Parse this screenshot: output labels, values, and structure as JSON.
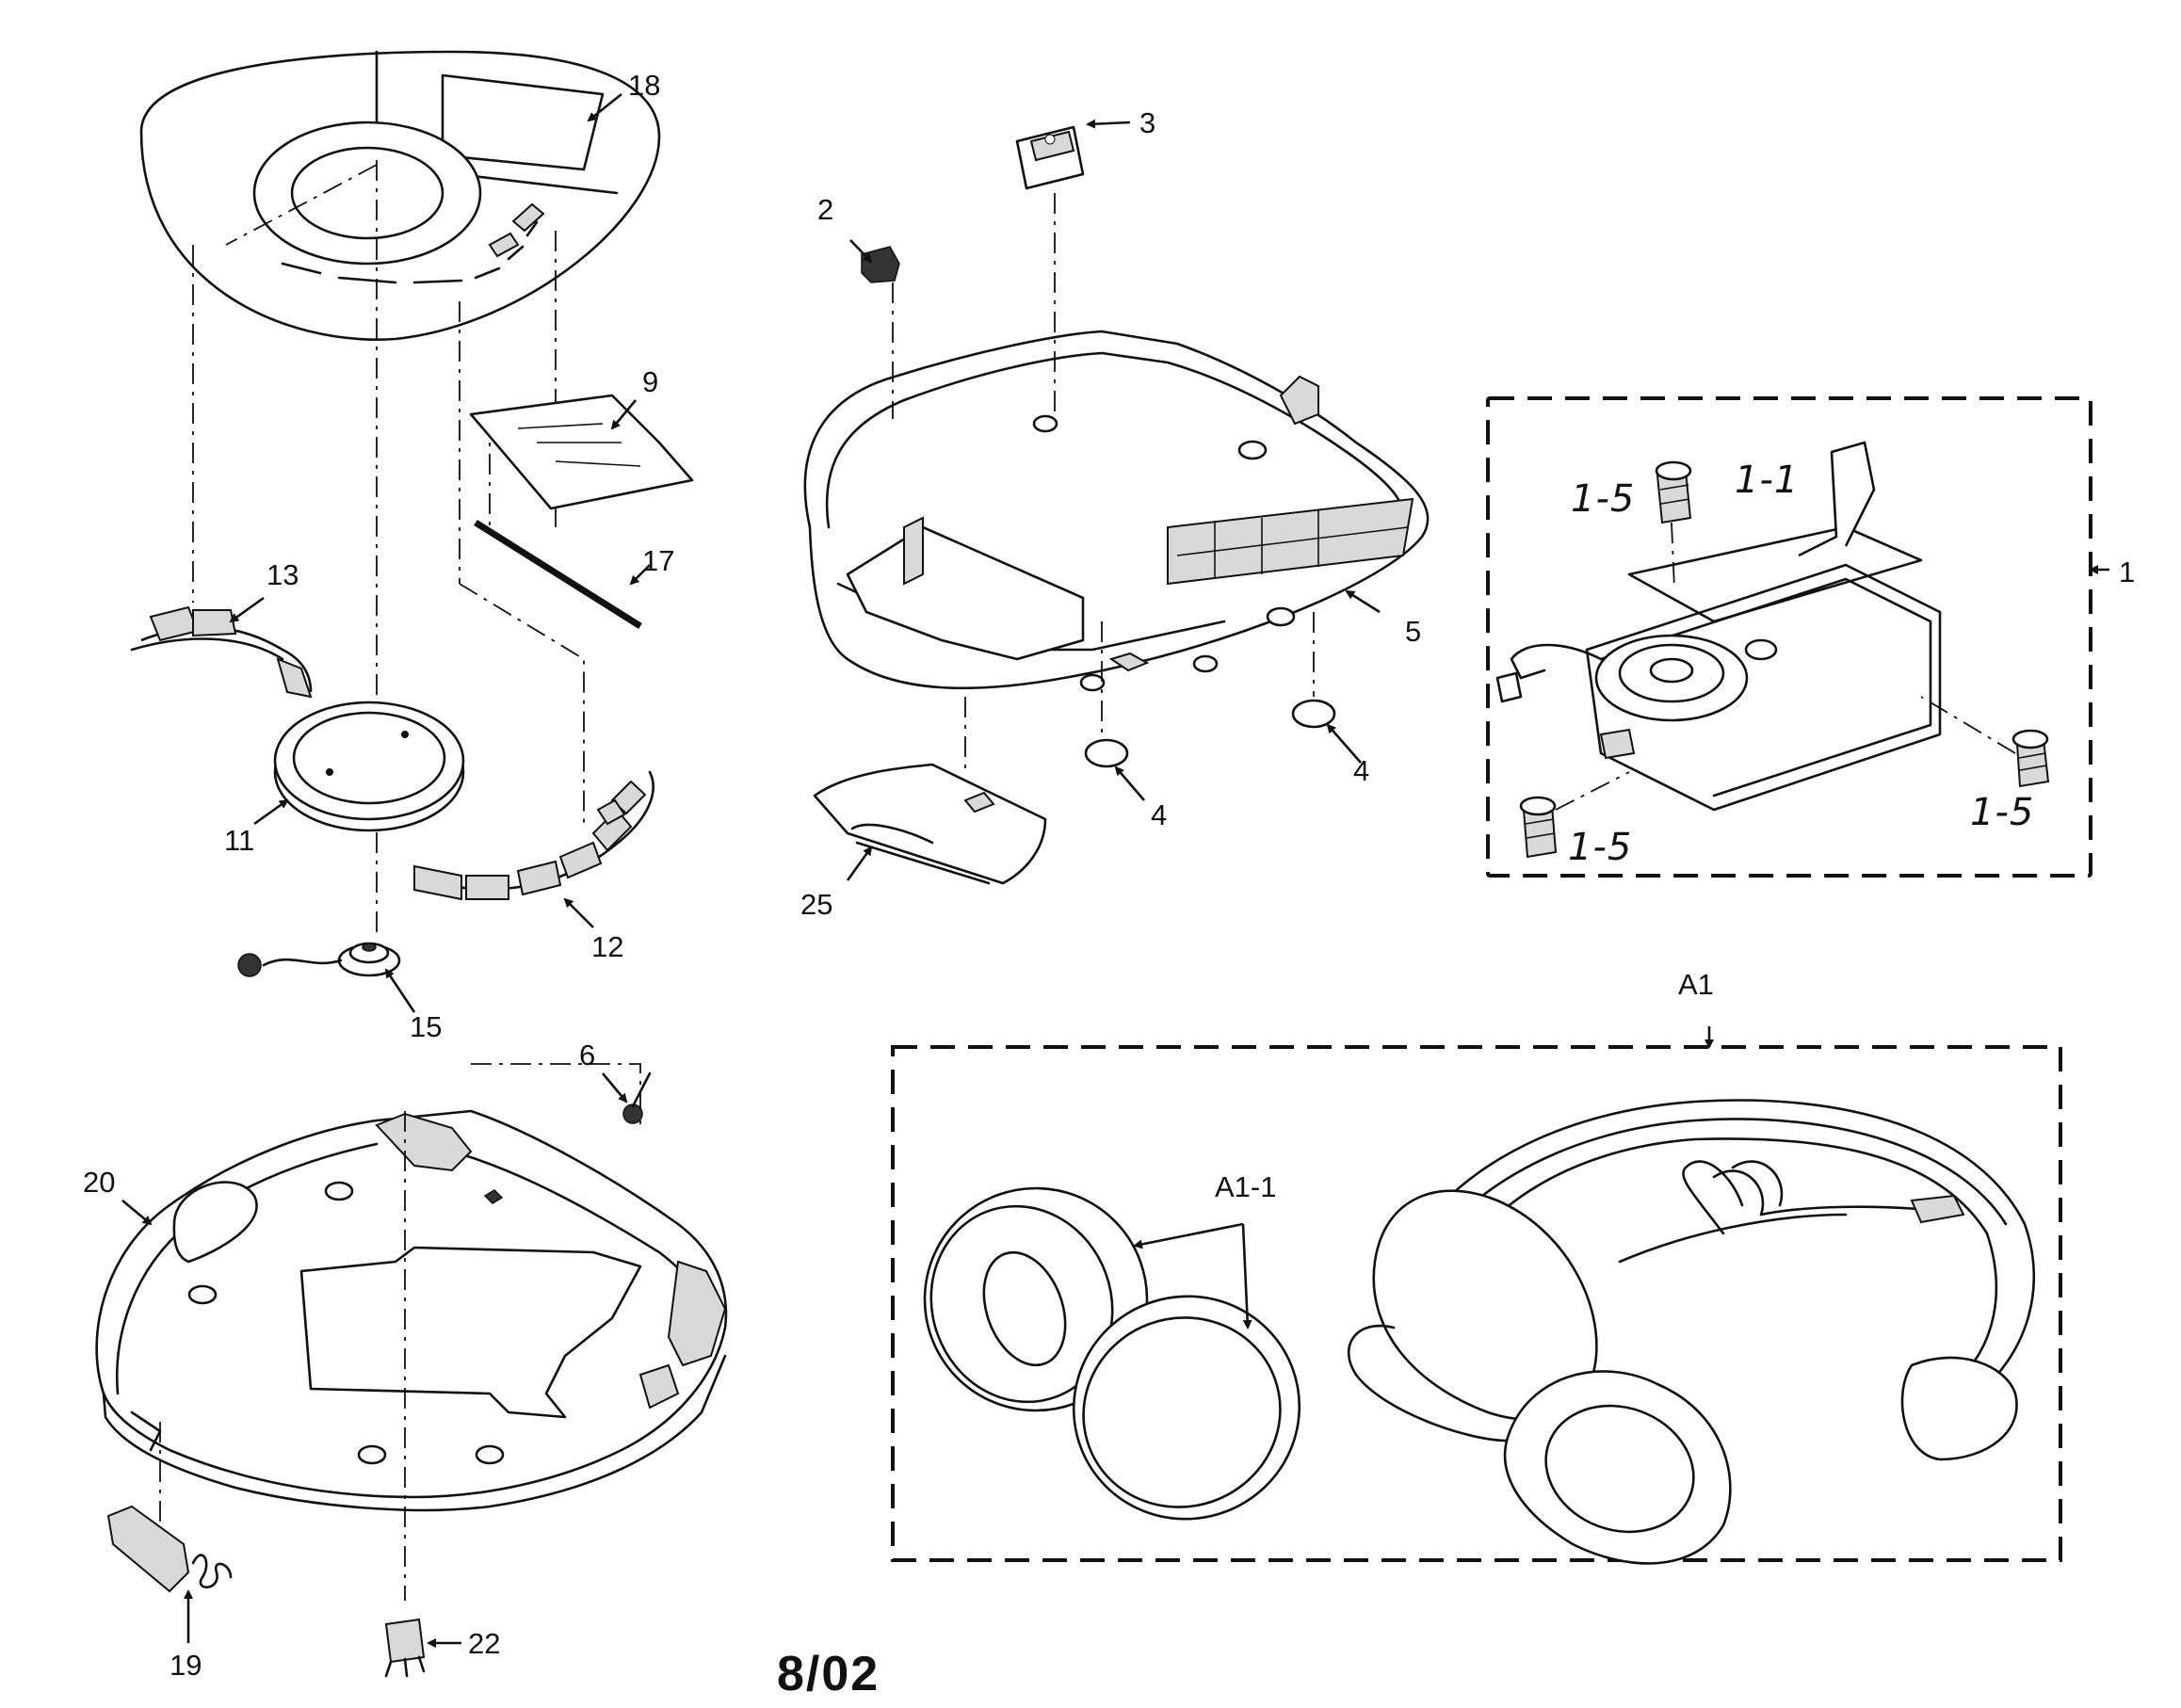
{
  "labels": {
    "p1": "1",
    "p1_1": "1-1",
    "p1_5a": "1-5",
    "p1_5b": "1-5",
    "p1_5c": "1-5",
    "p2": "2",
    "p3": "3",
    "p4a": "4",
    "p4b": "4",
    "p5": "5",
    "p6": "6",
    "p9": "9",
    "p11": "11",
    "p12": "12",
    "p13": "13",
    "p15": "15",
    "p17": "17",
    "p18": "18",
    "p19": "19",
    "p20": "20",
    "p22": "22",
    "p25": "25",
    "a1": "A1",
    "a1_1": "A1-1"
  },
  "footer": {
    "date": "8/02"
  }
}
